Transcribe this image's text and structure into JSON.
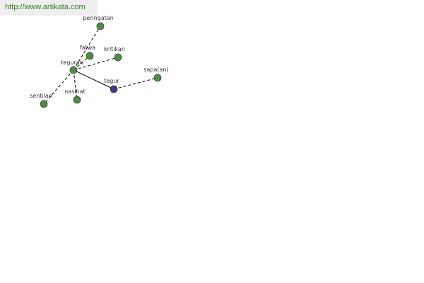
{
  "site": {
    "url": "http://www.artikata.com"
  },
  "colors": {
    "node_fill": "#4f8a4a",
    "center_fill": "#3c3c8c",
    "node_stroke": "#2f4f2f",
    "edge": "#000000",
    "url_text": "#3a7d2a"
  },
  "graph": {
    "nodes": [
      {
        "id": "tegur",
        "label": "tegur",
        "center": true
      },
      {
        "id": "teguran",
        "label": "teguran",
        "center": false
      },
      {
        "id": "peringatan",
        "label": "peringatan",
        "center": false
      },
      {
        "id": "fatwa",
        "label": "fatwa",
        "center": false
      },
      {
        "id": "kritikan",
        "label": "kritikan",
        "center": false
      },
      {
        "id": "sapa_an",
        "label": "sapa(an)",
        "center": false
      },
      {
        "id": "sentilan",
        "label": "sentilan",
        "center": false
      },
      {
        "id": "nasihat",
        "label": "nasihat",
        "center": false
      }
    ],
    "edges": [
      {
        "from": "tegur",
        "to": "teguran",
        "style": "solid"
      },
      {
        "from": "tegur",
        "to": "sapa_an",
        "style": "dashed"
      },
      {
        "from": "teguran",
        "to": "peringatan",
        "style": "dashed"
      },
      {
        "from": "teguran",
        "to": "fatwa",
        "style": "dashed"
      },
      {
        "from": "teguran",
        "to": "kritikan",
        "style": "dashed"
      },
      {
        "from": "teguran",
        "to": "sentilan",
        "style": "dashed"
      },
      {
        "from": "teguran",
        "to": "nasihat",
        "style": "dashed"
      }
    ]
  }
}
